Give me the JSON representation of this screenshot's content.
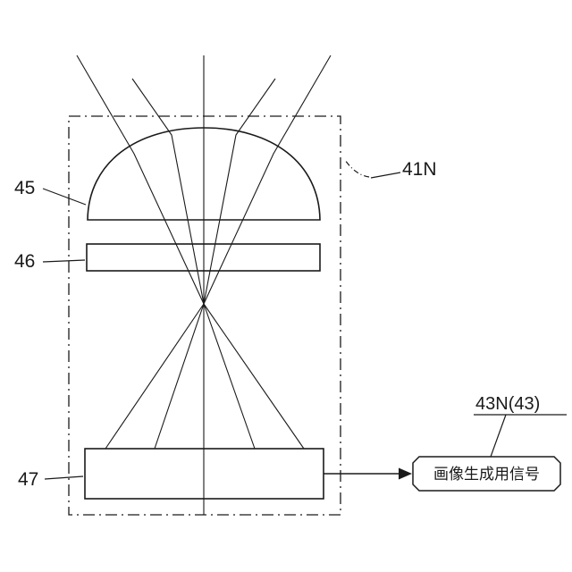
{
  "diagram": {
    "title": "optical-sensor-module-figure",
    "labels": {
      "lens": "45",
      "filter": "46",
      "sensor": "47",
      "module": "41N",
      "signal_ref": "43N(43)",
      "signal_text": "画像生成用信号"
    },
    "colors": {
      "line": "#1a1a1a",
      "background": "#ffffff"
    }
  }
}
